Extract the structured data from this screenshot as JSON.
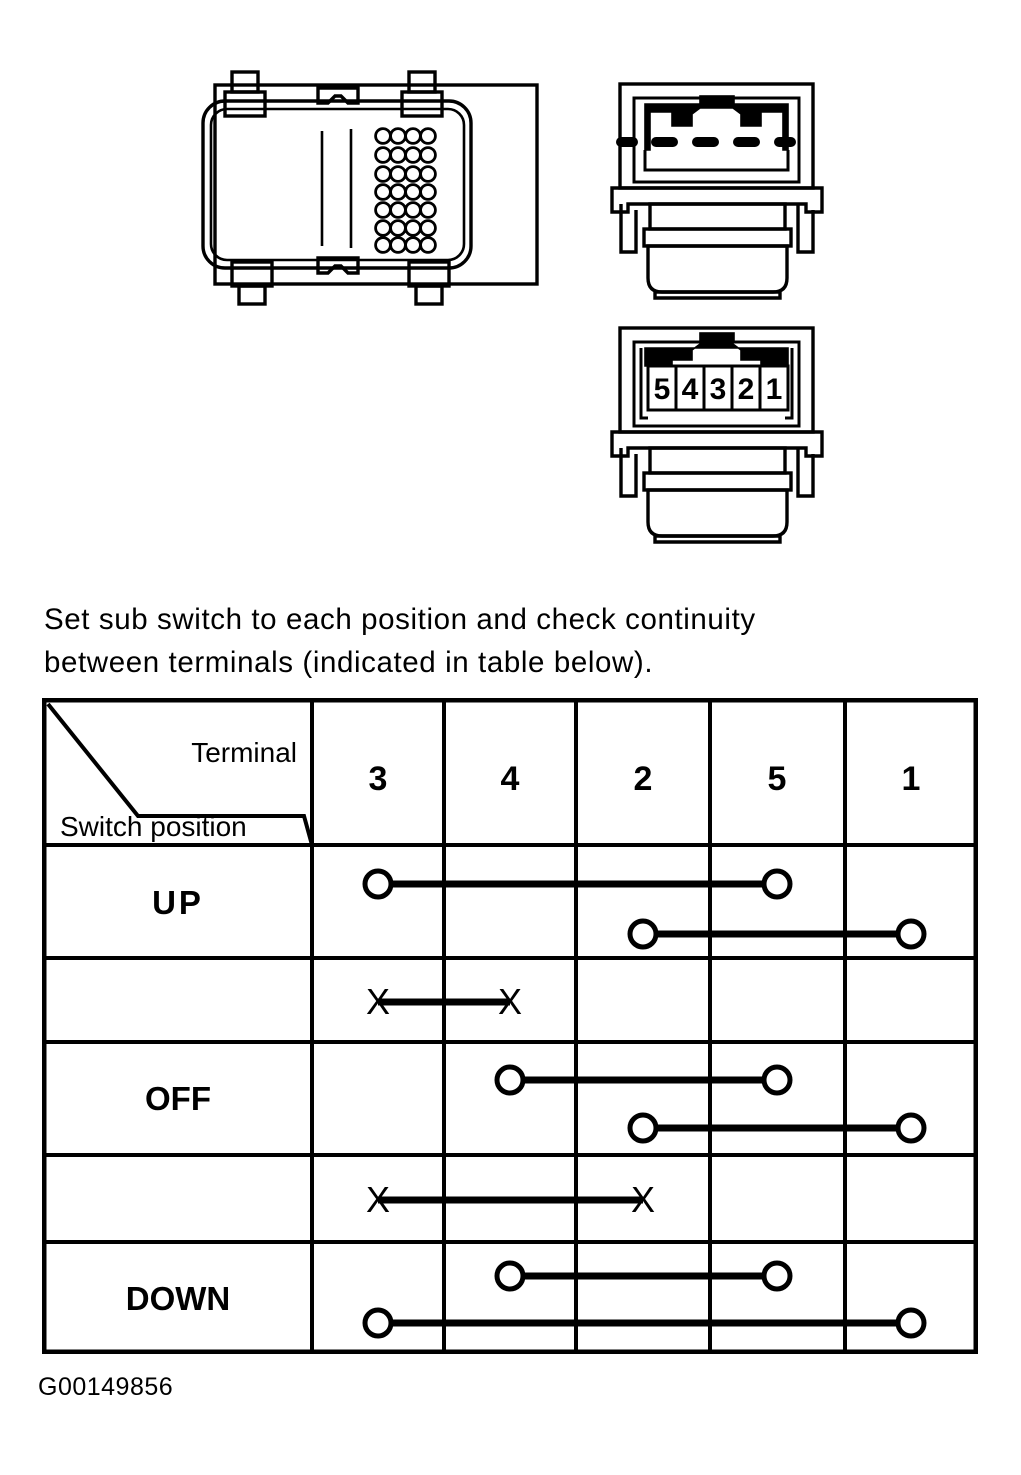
{
  "figure": {
    "connector_top_left": {
      "name": "switch-body-top-view",
      "pin_grid": {
        "cols": 4,
        "rows": 7
      }
    },
    "connector_top_right": {
      "name": "connector-front-view-blank",
      "blade_count": 5
    },
    "connector_bottom_right": {
      "name": "connector-front-view-numbered",
      "pin_labels": [
        "5",
        "4",
        "3",
        "2",
        "1"
      ]
    }
  },
  "instruction": {
    "line1": "Set sub switch to each position and check continuity",
    "line2": "between terminals (indicated in table below)."
  },
  "table": {
    "corner": {
      "terminal_label": "Terminal",
      "switch_position_label": "Switch position"
    },
    "columns": [
      "3",
      "4",
      "2",
      "5",
      "1"
    ],
    "rows": [
      {
        "label": "UP",
        "label_visible": true,
        "connections": [
          {
            "marker": "circle",
            "from": "3",
            "to": "5",
            "level": "upper"
          },
          {
            "marker": "circle",
            "from": "2",
            "to": "1",
            "level": "lower"
          }
        ]
      },
      {
        "label": "",
        "label_visible": false,
        "connections": [
          {
            "marker": "x",
            "from": "3",
            "to": "4",
            "level": "middle"
          }
        ]
      },
      {
        "label": "OFF",
        "label_visible": true,
        "connections": [
          {
            "marker": "circle",
            "from": "4",
            "to": "5",
            "level": "upper"
          },
          {
            "marker": "circle",
            "from": "2",
            "to": "1",
            "level": "lower"
          }
        ]
      },
      {
        "label": "",
        "label_visible": false,
        "connections": [
          {
            "marker": "x",
            "from": "3",
            "to": "2",
            "level": "middle"
          }
        ]
      },
      {
        "label": "DOWN",
        "label_visible": true,
        "connections": [
          {
            "marker": "circle",
            "from": "4",
            "to": "5",
            "level": "upper"
          },
          {
            "marker": "circle",
            "from": "3",
            "to": "1",
            "level": "lower"
          }
        ]
      }
    ]
  },
  "caption": {
    "figure_id": "G00149856"
  },
  "colors": {
    "ink": "#000000",
    "paper": "#ffffff"
  }
}
